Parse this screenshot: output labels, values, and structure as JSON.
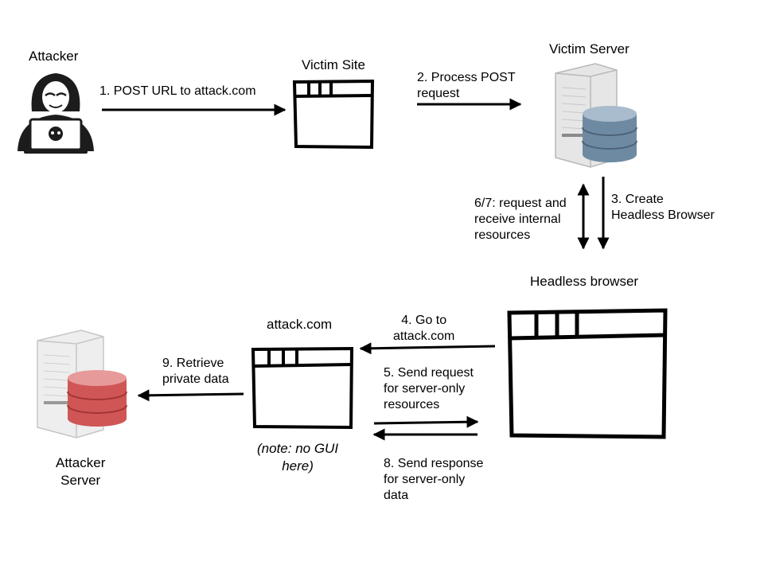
{
  "nodes": {
    "attacker": "Attacker",
    "victim_site": "Victim Site",
    "victim_server": "Victim Server",
    "headless_browser": "Headless browser",
    "attack_com": "attack.com",
    "attacker_server": [
      "Attacker",
      "Server"
    ]
  },
  "steps": {
    "s1": [
      "1. POST URL to attack.com"
    ],
    "s2": [
      "2. Process POST",
      "request"
    ],
    "s3": [
      "3. Create",
      "Headless Browser"
    ],
    "s67": [
      "6/7: request and",
      "receive internal",
      "resources"
    ],
    "s4": [
      "4. Go to",
      "attack.com"
    ],
    "s5": [
      "5. Send request",
      "for server-only",
      "resources"
    ],
    "s8": [
      "8. Send response",
      "for server-only",
      "data"
    ],
    "s9": [
      "9. Retrieve",
      "private data"
    ]
  },
  "note": [
    "(note: no GUI",
    "here)"
  ],
  "icons": {
    "attacker": "hacker-icon",
    "victim_server": "server-database-icon",
    "attacker_server": "server-database-icon",
    "browser_window": "browser-window-icon"
  },
  "colors": {
    "stroke": "#000000",
    "server_gray": "#e8e8e8",
    "db_blue": "#6e8aa3",
    "db_red": "#d05656",
    "attacker_dark": "#1c1c1c"
  }
}
